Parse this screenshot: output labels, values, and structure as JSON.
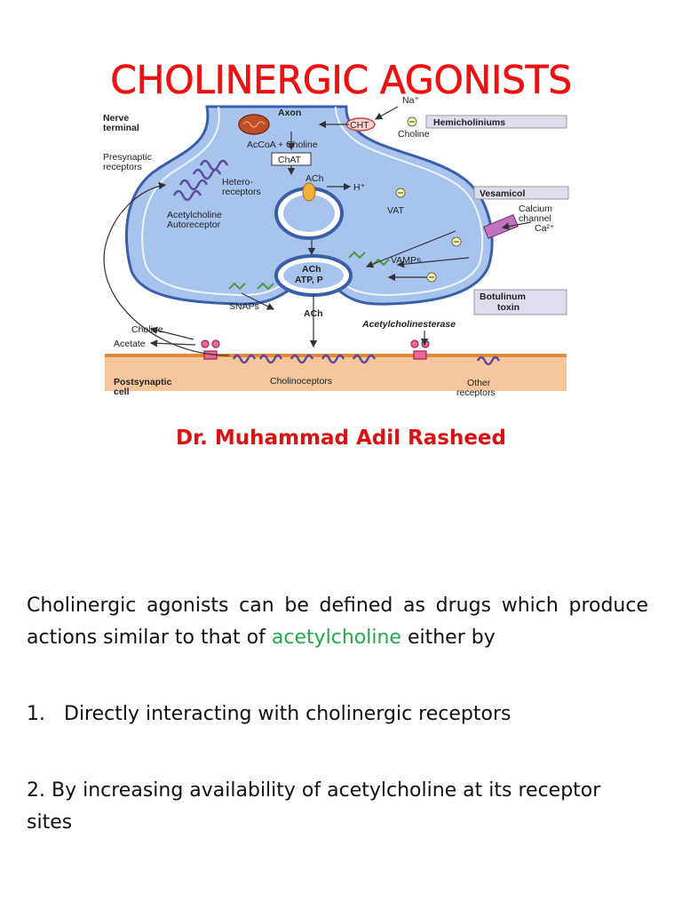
{
  "title": "CHOLINERGIC AGONISTS",
  "figure": {
    "labels": {
      "nerve_terminal_1": "Nerve",
      "nerve_terminal_2": "terminal",
      "axon": "Axon",
      "na": "Na⁺",
      "cht": "CHT",
      "hemicholiniums": "Hemicholiniums",
      "choline_top": "Choline",
      "accoa": "AcCoA + Choline",
      "chat": "ChAT",
      "presynaptic_1": "Presynaptic",
      "presynaptic_2": "receptors",
      "hetero_1": "Hetero-",
      "hetero_2": "receptors",
      "ach_top": "ACh",
      "h_plus": "H⁺",
      "vesamicol": "Vesamicol",
      "vat": "VAT",
      "auto_1": "Acetylcholine",
      "auto_2": "Autoreceptor",
      "calcium_1": "Calcium",
      "calcium_2": "channel",
      "ca": "Ca²⁺",
      "ach_vesicle": "ACh",
      "atp": "ATP, P",
      "vamps": "VAMPs",
      "botulinum_1": "Botulinum",
      "botulinum_2": "toxin",
      "snaps": "SNAPs",
      "ach_bottom": "ACh",
      "choline_bottom": "Choline",
      "acetate": "Acetate",
      "acetylcholinesterase": "Acetylcholinesterase",
      "postsynaptic_1": "Postsynaptic",
      "postsynaptic_2": "cell",
      "cholinoceptors": "Cholinoceptors",
      "other_1": "Other",
      "other_2": "receptors"
    }
  },
  "author": "Dr. Muhammad Adil Rasheed",
  "paragraph": {
    "before": "Cholinergic agonists can be defined as drugs which produce actions similar to that of ",
    "highlight": "acetylcholine",
    "after": " either by"
  },
  "items": [
    {
      "number": "1.",
      "text": "Directly interacting with cholinergic receptors"
    },
    {
      "text": "2. By increasing availability of acetylcholine at its receptor sites"
    }
  ],
  "colors": {
    "title": "#ee1111",
    "author": "#dd1111",
    "highlight": "#22aa44",
    "terminal": "#a9c3ef"
  }
}
